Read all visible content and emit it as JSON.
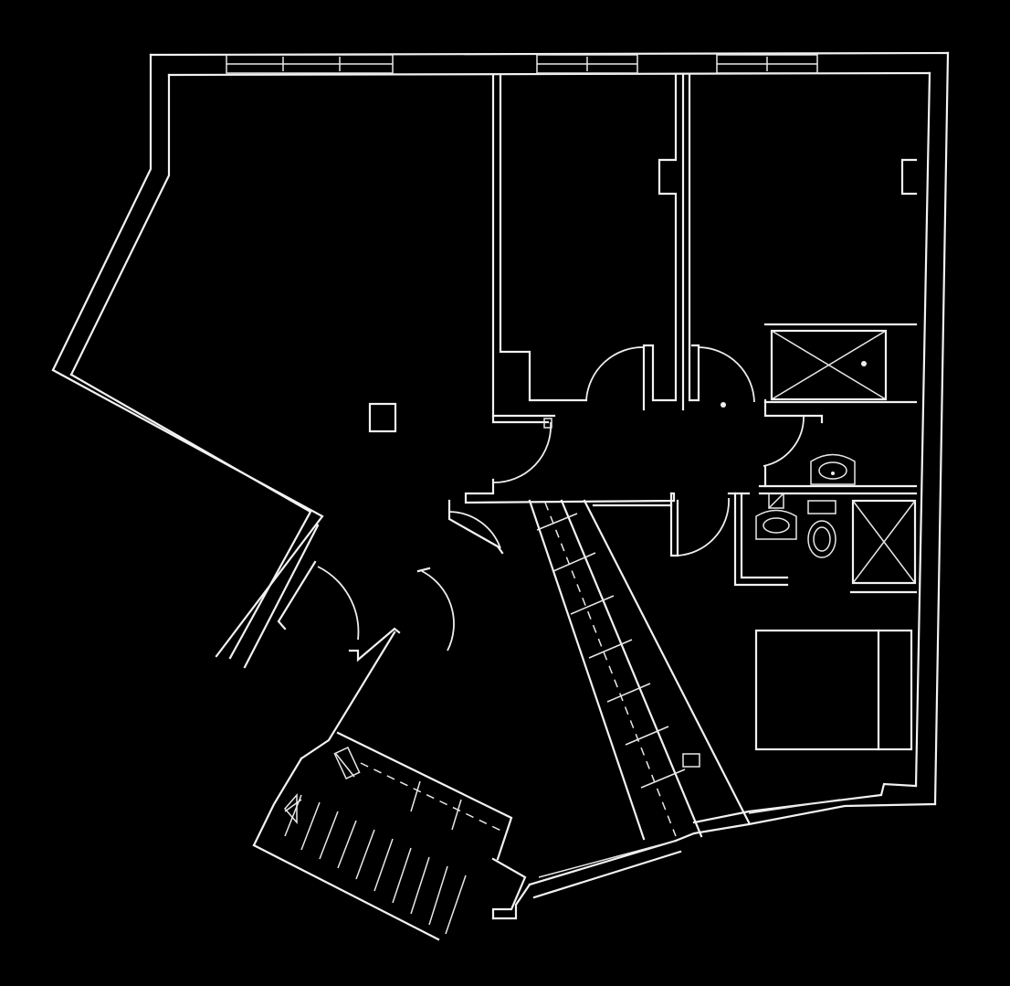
{
  "drawing": {
    "type": "architectural floor plan",
    "style": "white line drawing on black background",
    "colors": {
      "background": "#000000",
      "line": "#f2f2f2"
    },
    "labels": []
  },
  "rooms": [
    {
      "id": "living-room",
      "fixtures": [
        "column"
      ]
    },
    {
      "id": "bedroom-1",
      "fixtures": []
    },
    {
      "id": "bedroom-2",
      "fixtures": []
    },
    {
      "id": "bathroom-1",
      "fixtures": [
        "shower",
        "washbasin"
      ]
    },
    {
      "id": "bathroom-2",
      "fixtures": [
        "washbasin",
        "toilet",
        "shower"
      ]
    },
    {
      "id": "kitchen",
      "fixtures": [
        "counter",
        "sink",
        "fridge"
      ]
    },
    {
      "id": "bedroom-3",
      "fixtures": [
        "bed"
      ]
    },
    {
      "id": "entrance",
      "fixtures": [
        "staircase"
      ]
    }
  ]
}
